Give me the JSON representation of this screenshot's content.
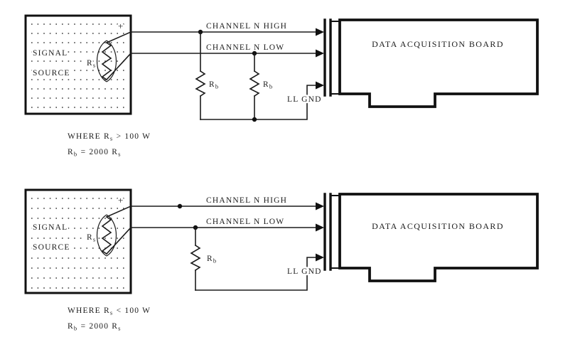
{
  "figure": {
    "top": {
      "source": {
        "line1": "SIGNAL",
        "line2": "SOURCE",
        "plus": "+",
        "r": "R",
        "r_sub": "s"
      },
      "labels": {
        "high": "CHANNEL N HIGH",
        "low": "CHANNEL N LOW",
        "gnd": "LL GND",
        "board": "DATA ACQUISITION BOARD"
      },
      "resistors": {
        "rb1": "R",
        "rb1_sub": "b",
        "rb2": "R",
        "rb2_sub": "b"
      },
      "notes": {
        "n1a": "WHERE R",
        "n1sub": "s",
        "n1b": "> 100 W",
        "n2a": "R",
        "n2sub": "b",
        "n2b": "= 2000 R",
        "n2sub2": "s"
      }
    },
    "bottom": {
      "source": {
        "line1": "SIGNAL",
        "line2": "SOURCE",
        "plus": "+",
        "r": "R",
        "r_sub": "s"
      },
      "labels": {
        "high": "CHANNEL N HIGH",
        "low": "CHANNEL N LOW",
        "gnd": "LL GND",
        "board": "DATA ACQUISITION BOARD"
      },
      "resistors": {
        "rb1": "R",
        "rb1_sub": "b"
      },
      "notes": {
        "n1a": "WHERE R",
        "n1sub": "s",
        "n1b": "< 100 W",
        "n2a": "R",
        "n2sub": "b",
        "n2b": "= 2000 R",
        "n2sub2": "s"
      }
    }
  }
}
